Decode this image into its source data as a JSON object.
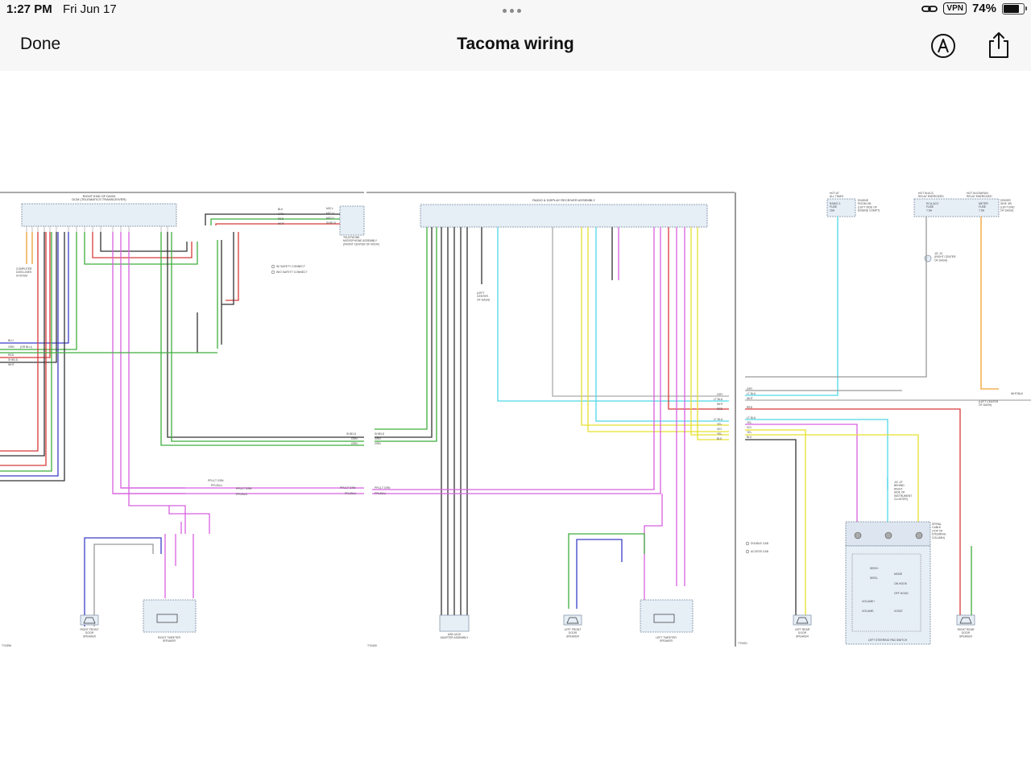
{
  "status_bar": {
    "time": "1:27 PM",
    "date": "Fri Jun 17",
    "vpn": "VPN",
    "battery": "74%",
    "battery_level": 0.74
  },
  "nav": {
    "done_label": "Done",
    "title": "Tacoma wiring",
    "markup_icon": "markup-pen-icon",
    "share_icon": "share-icon"
  },
  "diagram": {
    "panel1": {
      "top_component": "RIGHT END OF DASH\nDCM (TELEMATICS TRANSCEIVER)",
      "telephone": "TELEPHONE\nMICROPHONE ASSEMBLY\n(FRONT CENTER OF ROOF)",
      "computer_data": "COMPUTER\nDATA LINES\nSYSTEM",
      "legend1": "W/ SAFETY CONNECT",
      "legend2": "W/O SAFETY CONNECT",
      "right_front_door": "RIGHT FRONT\nDOOR\nSPEAKER",
      "right_tweeter": "RIGHT TWEETER\nSPEAKER",
      "wire_labels": [
        "BLU",
        "GRN",
        "(OR BLU)",
        "RED",
        "SHIELD",
        "WHT",
        "PPL/LT GRN",
        "PPL/BLU",
        "SHIELD",
        "BLK",
        "RED",
        "WHT",
        "GRN",
        "MIC1-",
        "MIC1+",
        "MIC2+",
        "SHIELD"
      ],
      "page_code": "TY0396"
    },
    "panel2": {
      "top_component": "RADIO & DISPLAY RECEIVER ASSEMBLY",
      "left_center": "(LEFT\nCENTER\nOF DASH)",
      "usb": "USB JACK\nADAPTER ASSEMBLY",
      "left_front_door": "LEFT FRONT\nDOOR\nSPEAKER",
      "left_tweeter": "LEFT TWEETER\nSPEAKER",
      "wire_labels": [
        "SHIELD",
        "GRN",
        "GRN",
        "PPL/LT GRN",
        "PPL/BLU",
        "GRY",
        "LT BLU",
        "WHT",
        "RED",
        "LT BLU",
        "YEL",
        "VIO",
        "YEL",
        "BLK"
      ],
      "page_code": "TY0400"
    },
    "panel3": {
      "engine_fuse": "ENGINE\nROOM J/B\n(LEFT SIDE OF\nENGINE COMPT)",
      "fuse1": "RADIO 1\nFUSE\n20A",
      "fuse2": "ECU-ACC\nFUSE\n7.5A",
      "fuse3": "METER\nFUSE\n7.5A",
      "hot_at_all": "HOT AT\nALL TIMES",
      "hot_in_acc": "HOT IN ACC\nRELAY ENERGIZED",
      "hot_in_run": "HOT IN IGN/RUN\nRELAY ENERGIZED",
      "driver_side": "DRIVER\nSIDE J/B\n(LEFT END\nOF DASH)",
      "lc_jb": "J/C J/J\n(RIGHT CENTER\nOF DASH)",
      "left_center": "(LEFT CENTER\nOF DASH)",
      "behind_instr": "J/C J/T\nBEHIND\nRIGHT\nSIDE OF\nINSTRUMENT\nCLUSTER)",
      "spiral": "SPIRAL\nCABLE\n(TOP OF\nSTEERING\nCOLUMN)",
      "steering_switch": "LEFT STEERING PAD SWITCH",
      "left_rear_door": "LEFT REAR\nDOOR\nSPEAKER",
      "right_rear_door": "RIGHT REAR\nDOOR\nSPEAKER",
      "double_cab": "DOUBLE CAB",
      "access_cab": "ACCESS CAB",
      "switch_labels": [
        "SEEK+",
        "SEEK-",
        "MODE",
        "ON HOOK",
        "OFF HOOK",
        "VOLUME+",
        "VOLUME-",
        "VOICE"
      ],
      "wire_labels": [
        "GRY",
        "LT BLU",
        "WHT",
        "RED",
        "LT BLU",
        "YEL",
        "VIO",
        "YEL",
        "BLK",
        "WHT/BLK"
      ],
      "page_code": "TY0401"
    }
  },
  "colors": {
    "green": "#3fae3f",
    "magenta": "#d860e0",
    "red": "#d83a3a",
    "blue": "#3b3fc8",
    "cyan": "#4fd8e8",
    "yellow": "#e8e030",
    "black": "#333333",
    "gray": "#9a9a9a",
    "orange": "#f0a030",
    "component_fill": "#e6eef6"
  }
}
